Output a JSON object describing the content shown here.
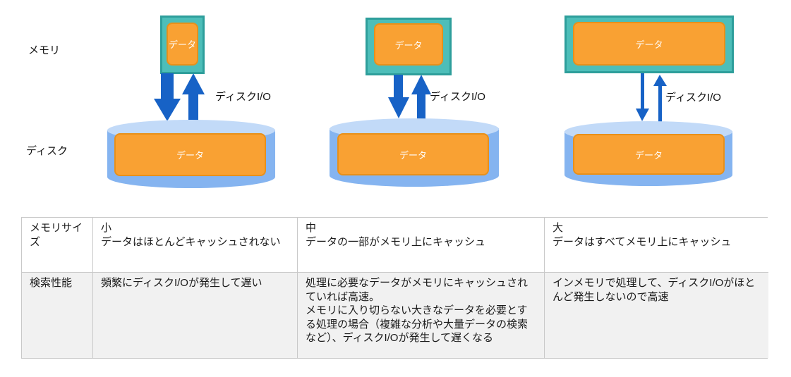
{
  "diagram": {
    "memory_row_label": "メモリ",
    "disk_row_label": "ディスク",
    "columns": [
      {
        "size": "small",
        "memory_data": "データ",
        "disk_data": "データ",
        "io_label": "ディスクI/O"
      },
      {
        "size": "medium",
        "memory_data": "データ",
        "disk_data": "データ",
        "io_label": "ディスクI/O"
      },
      {
        "size": "large",
        "memory_data": "データ",
        "disk_data": "データ",
        "io_label": "ディスクI/O"
      }
    ],
    "colors": {
      "memory_box_fill": "#4DBEB9",
      "memory_box_border": "#2E9E9B",
      "data_fill": "#F9A133",
      "data_border": "#E8901A",
      "arrow_blue": "#1762C6",
      "disk_body": "#85B4F0",
      "disk_top": "#C2DAF8"
    }
  },
  "table": {
    "rows": [
      {
        "header": "メモリサイズ",
        "cells": [
          "小\nデータはほとんどキャッシュされない",
          "中\nデータの一部がメモリ上にキャッシュ",
          "大\nデータはすべてメモリ上にキャッシュ"
        ]
      },
      {
        "header": "検索性能",
        "cells": [
          "頻繁にディスクI/Oが発生して遅い",
          "処理に必要なデータがメモリにキャッシュされていれば高速。\nメモリに入り切らない大きなデータを必要とする処理の場合（複雑な分析や大量データの検索など）、ディスクI/Oが発生して遅くなる",
          "インメモリで処理して、ディスクI/Oがほとんど発生しないので高速"
        ]
      }
    ]
  }
}
